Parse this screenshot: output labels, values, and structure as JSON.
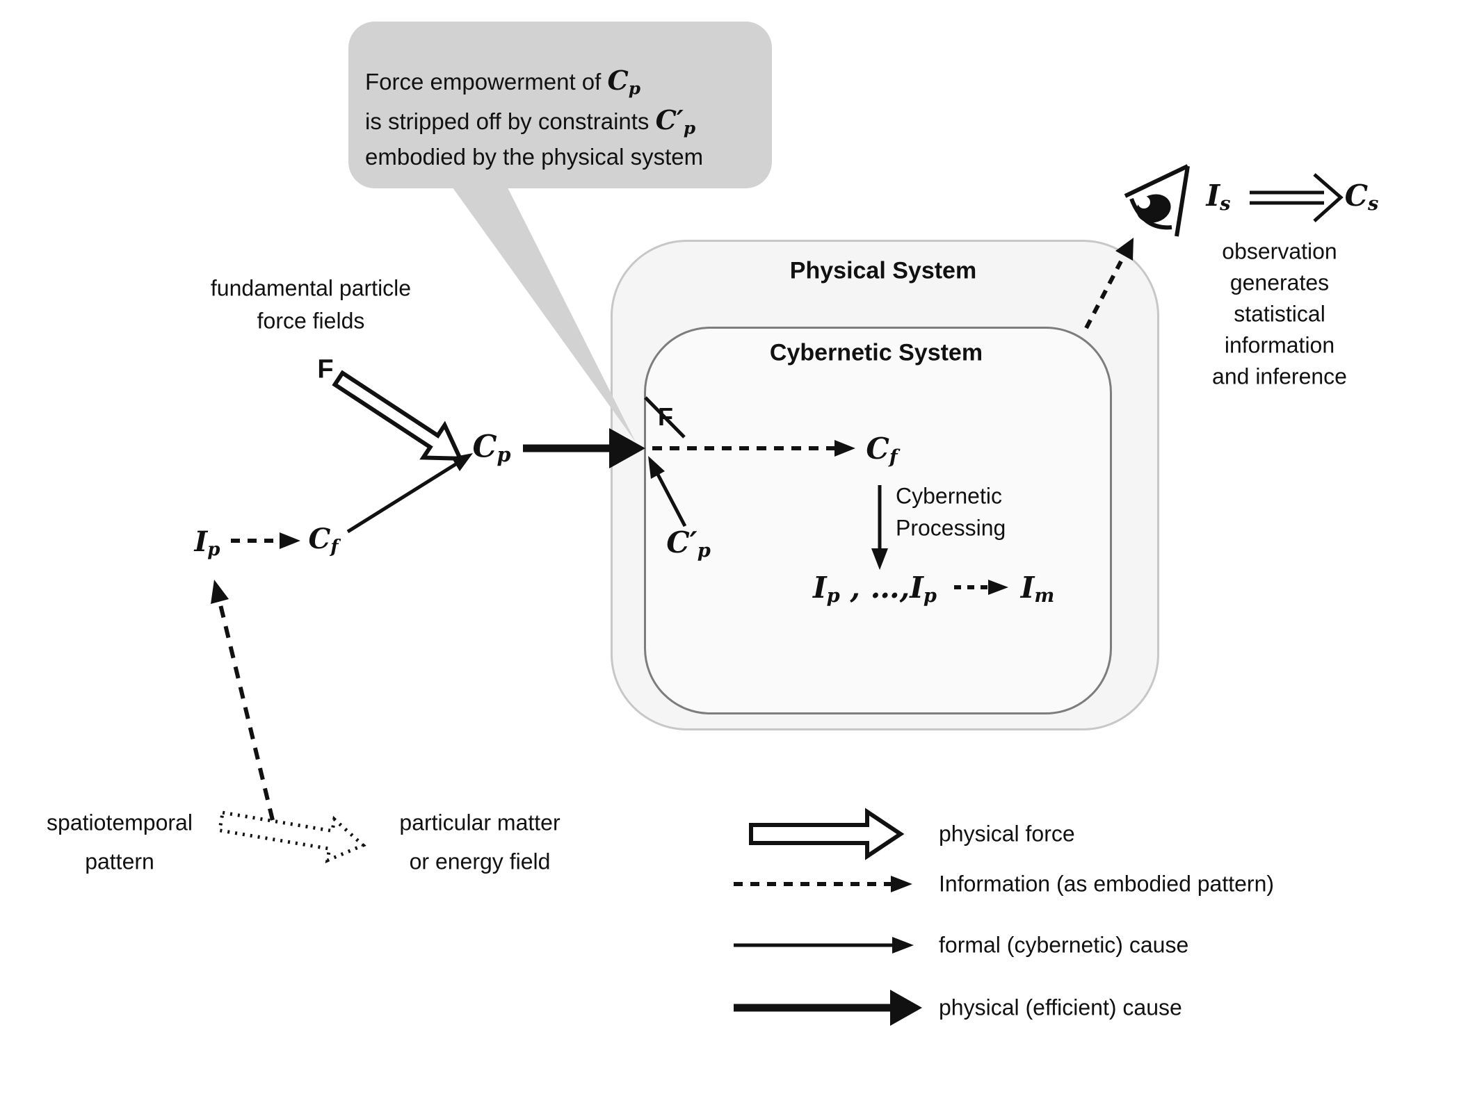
{
  "callout": {
    "line1_text": "Force empowerment of",
    "cp": {
      "base": "C",
      "sub": "p"
    },
    "line2_text": "is stripped off by constraints",
    "cp_prime": {
      "base": "C′",
      "sub": "p"
    },
    "line3_text": "embodied by the physical system"
  },
  "left": {
    "heading_line1": "fundamental particle",
    "heading_line2": "force fields",
    "force_symbol": "F",
    "ip": {
      "base": "I",
      "sub": "p"
    },
    "cf": {
      "base": "C",
      "sub": "f"
    },
    "cp": {
      "base": "C",
      "sub": "p"
    }
  },
  "physical_system": {
    "title": "Physical System"
  },
  "cybernetic_system": {
    "title": "Cybernetic System",
    "blocked_force": "F",
    "cp_prime": {
      "base": "C′",
      "sub": "p"
    },
    "cf": {
      "base": "C",
      "sub": "f"
    },
    "processing_line1": "Cybernetic",
    "processing_line2": "Processing",
    "ip_row": {
      "first": {
        "base": "I",
        "sub": "p"
      },
      "separator": " , …,",
      "second": {
        "base": "I",
        "sub": "p"
      }
    },
    "im": {
      "base": "I",
      "sub": "m"
    }
  },
  "observation": {
    "is": {
      "base": "I",
      "sub": "s"
    },
    "cs": {
      "base": "C",
      "sub": "s"
    },
    "caption_lines": [
      "observation",
      "generates",
      "statistical",
      "information",
      "and inference"
    ]
  },
  "bottom_left": {
    "source_line1": "spatiotemporal",
    "source_line2": "pattern",
    "target_line1": "particular matter",
    "target_line2": "or energy field"
  },
  "legend": {
    "items": [
      {
        "icon": "hollow-block-arrow",
        "label": "physical force"
      },
      {
        "icon": "dashed-arrow",
        "label": "Information (as embodied pattern)"
      },
      {
        "icon": "thin-solid-arrow",
        "label": "formal (cybernetic) cause"
      },
      {
        "icon": "thick-solid-arrow",
        "label": "physical (efficient) cause"
      }
    ]
  },
  "colors": {
    "ink": "#111111",
    "callout_bg": "#d2d2d2",
    "physical_box_bg": "#f5f5f5",
    "physical_box_border": "#c7c7c7",
    "cybernetic_box_bg": "#fafafa",
    "cybernetic_box_border": "#7d7d7d"
  }
}
